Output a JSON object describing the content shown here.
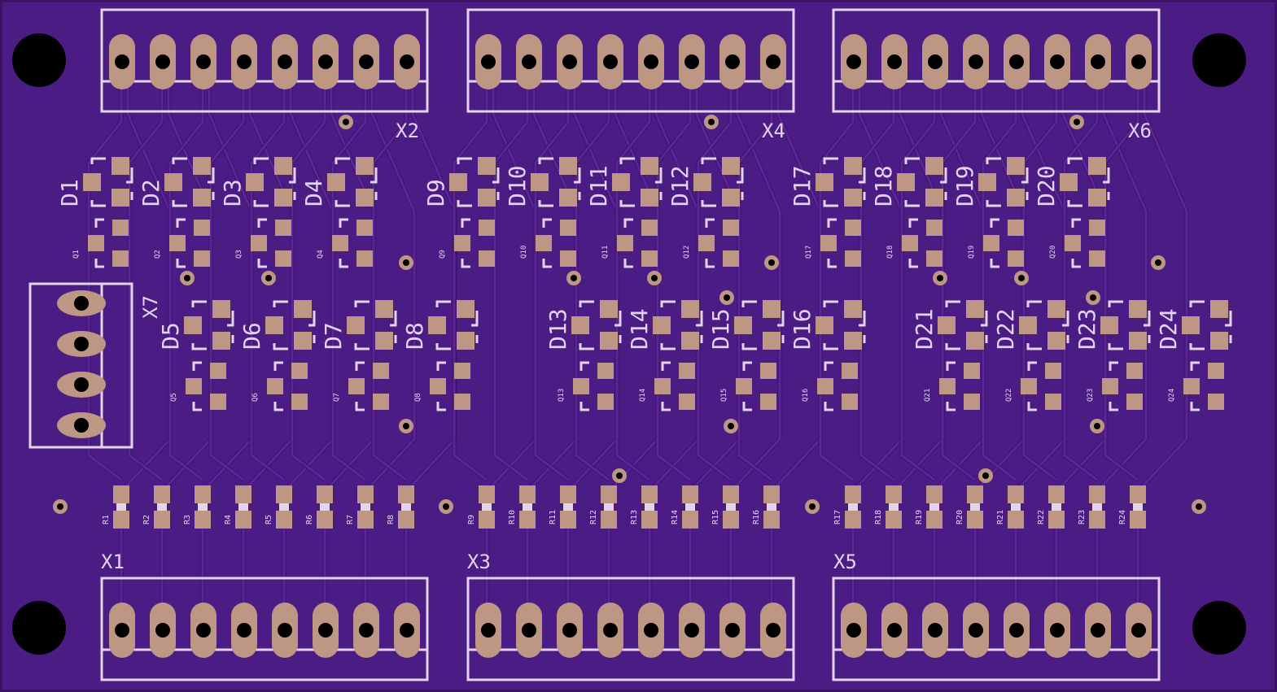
{
  "board": {
    "colors": {
      "substrate": "#4b1c84",
      "edge": "#3a1268",
      "trace": "#5a2696",
      "trace_edge": "#3d1170",
      "pad": "#bd9684",
      "silk": "#e0d4ef",
      "drill": "#000000"
    },
    "connectors": {
      "X1": "X1",
      "X2": "X2",
      "X3": "X3",
      "X4": "X4",
      "X5": "X5",
      "X6": "X6",
      "X7": "X7"
    },
    "diodes_row1": [
      "D1",
      "D2",
      "D3",
      "D4",
      "D9",
      "D10",
      "D11",
      "D12",
      "D17",
      "D18",
      "D19",
      "D20"
    ],
    "transistors_row1": [
      "Q1",
      "Q2",
      "Q3",
      "Q4",
      "Q9",
      "Q10",
      "Q11",
      "Q12",
      "Q17",
      "Q18",
      "Q19",
      "Q20"
    ],
    "diodes_row2": [
      "D5",
      "D6",
      "D7",
      "D8",
      "D13",
      "D14",
      "D15",
      "D16",
      "D21",
      "D22",
      "D23",
      "D24"
    ],
    "transistors_row2": [
      "Q5",
      "Q6",
      "Q7",
      "Q8",
      "Q13",
      "Q14",
      "Q15",
      "Q16",
      "Q21",
      "Q22",
      "Q23",
      "Q24"
    ],
    "resistors": [
      "R1",
      "R2",
      "R3",
      "R4",
      "R5",
      "R6",
      "R7",
      "R8",
      "R9",
      "R10",
      "R11",
      "R12",
      "R13",
      "R14",
      "R15",
      "R16",
      "R17",
      "R18",
      "R19",
      "R20",
      "R21",
      "R22",
      "R23",
      "R24"
    ]
  }
}
